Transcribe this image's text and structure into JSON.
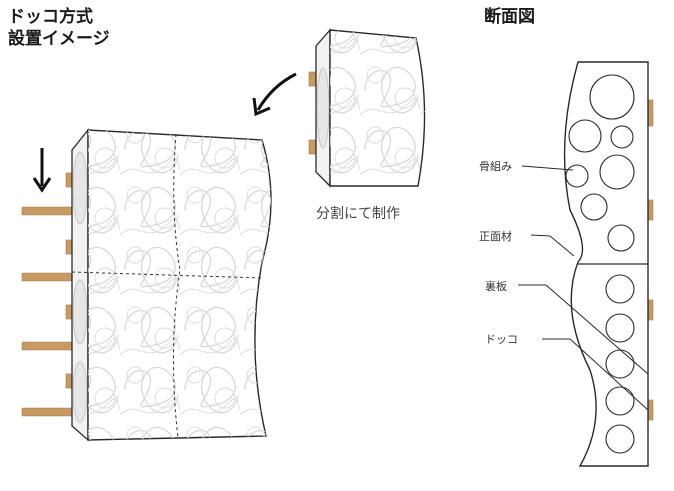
{
  "diagram": {
    "title_left_line1": "ドッコ方式",
    "title_left_line2": "設置イメージ",
    "title_right": "断面図",
    "caption_split": "分割にて制作",
    "labels": {
      "frame": "骨組み",
      "front": "正面材",
      "back": "裏板",
      "dowel": "ドッコ"
    }
  },
  "colors": {
    "outline": "#2a2a2a",
    "dowel": "#c89a63",
    "pattern": "#d6d6d6",
    "panel_fill": "#ffffff"
  }
}
